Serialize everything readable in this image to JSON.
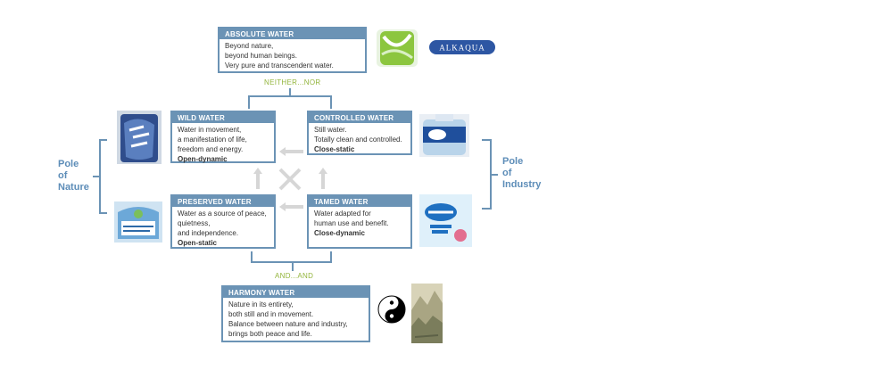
{
  "absolute": {
    "title": "ABSOLUTE WATER",
    "lines": [
      "Beyond nature,",
      "beyond human beings.",
      "Very pure and transcendent water."
    ]
  },
  "wild": {
    "title": "WILD WATER",
    "lines": [
      "Water in movement,",
      "a manifestation of life,",
      "freedom and energy."
    ],
    "tag": "Open-dynamic"
  },
  "controlled": {
    "title": "CONTROLLED WATER",
    "lines": [
      "Still water.",
      "Totally clean and controlled."
    ],
    "tag": "Close-static"
  },
  "preserved": {
    "title": "PRESERVED WATER",
    "lines": [
      "Water as a source of peace,",
      "quietness,",
      "and independence."
    ],
    "tag": "Open-static"
  },
  "tamed": {
    "title": "TAMED WATER",
    "lines": [
      "Water adapted for",
      "human use and benefit."
    ],
    "tag": "Close-dynamic"
  },
  "harmony": {
    "title": "HARMONY WATER",
    "lines": [
      "Nature in its entirety,",
      "both still and in movement.",
      "Balance between nature and industry,",
      "brings both peace and life."
    ]
  },
  "poles": {
    "nature": [
      "Pole",
      "of",
      "Nature"
    ],
    "industry": [
      "Pole",
      "of",
      "Industry"
    ]
  },
  "connectors": {
    "top": "NEITHER...NOR",
    "bottom": "AND...AND"
  },
  "logo": "ALKAQUA",
  "colors": {
    "box_accent": "#6b93b5",
    "pole_text": "#5d8db8",
    "connector_text": "#93b53c",
    "arrow_grey": "#d6d6d6"
  }
}
